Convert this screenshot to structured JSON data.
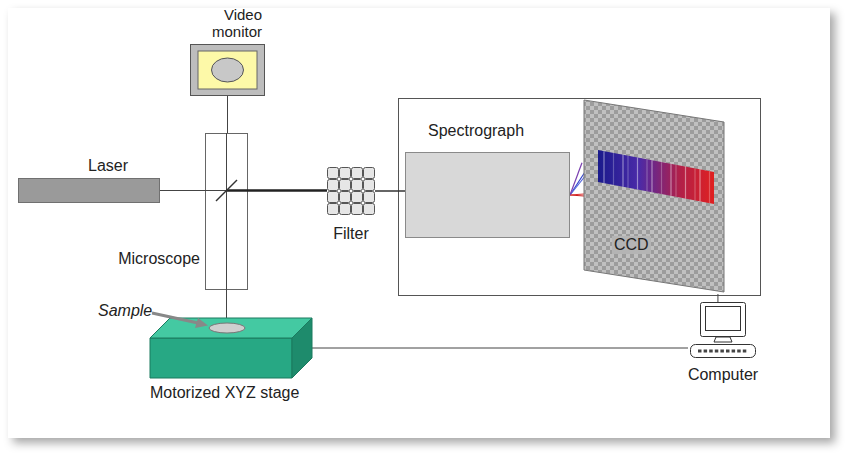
{
  "diagram": {
    "nodes": [
      {
        "text": [
          "Video monitor"
        ]
      },
      {
        "text": [
          "Laser"
        ]
      },
      {
        "text": [
          "Microscope"
        ]
      },
      {
        "text": [
          "Filter"
        ]
      },
      {
        "text": [
          "Spectrograph"
        ]
      },
      {
        "text": [
          "CCD"
        ]
      },
      {
        "text": [
          "Computer"
        ]
      },
      {
        "text": [
          "Motorized XYZ stage"
        ]
      }
    ],
    "edges": [
      {
        "from": 0,
        "to": 2,
        "arrow": "none"
      },
      {
        "from": 1,
        "to": 2,
        "arrow": "none"
      },
      {
        "from": 2,
        "to": 3,
        "arrow": "none"
      },
      {
        "from": 3,
        "to": 4,
        "arrow": "none"
      },
      {
        "from": 4,
        "to": 5,
        "arrow": "none"
      },
      {
        "from": 5,
        "to": 6,
        "arrow": "none"
      },
      {
        "from": 2,
        "to": 7,
        "arrow": "none"
      },
      {
        "from": 7,
        "to": 6,
        "arrow": "none"
      }
    ],
    "labels": [
      "Sample"
    ]
  }
}
